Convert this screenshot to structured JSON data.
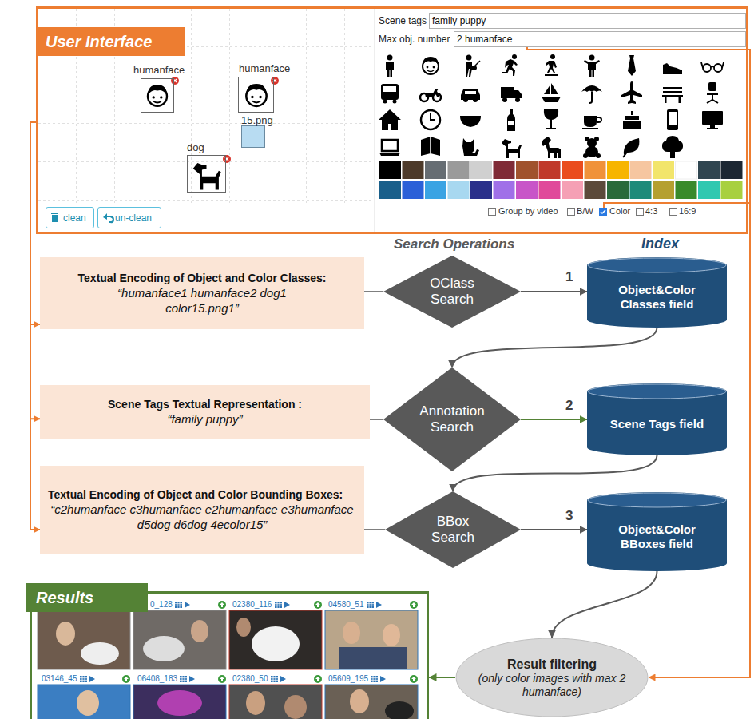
{
  "diagram": {
    "nodes": [
      {
        "text": [
          "User Interface"
        ]
      },
      {
        "text": [
          "humanface"
        ],
        "in": 0
      },
      {
        "text": [
          "humanface"
        ],
        "in": 0
      },
      {
        "text": [
          "15.png"
        ],
        "in": 0
      },
      {
        "text": [
          "dog"
        ],
        "in": 0
      },
      {
        "text": [
          "clean"
        ],
        "in": 0
      },
      {
        "text": [
          "un-clean"
        ],
        "in": 0
      },
      {
        "text": [
          "Scene tags",
          "family puppy"
        ],
        "in": 0
      },
      {
        "text": [
          "Max obj. number",
          "2 humanface"
        ],
        "in": 0
      },
      {
        "text": [
          "Textual Encoding of Object and Color Classes:",
          "“humanface1 humanface2 dog1 color15.png1”"
        ]
      },
      {
        "text": [
          "OClass Search"
        ]
      },
      {
        "text": [
          "Object&Color Classes field"
        ]
      },
      {
        "text": [
          "Scene Tags Textual Representation :",
          "“family puppy”"
        ]
      },
      {
        "text": [
          "Annotation Search"
        ]
      },
      {
        "text": [
          "Scene Tags field"
        ]
      },
      {
        "text": [
          "Textual Encoding of Object and Color Bounding Boxes:",
          "“c2humanface c3humanface e2humanface e3humanface d5dog d6dog 4ecolor15”"
        ]
      },
      {
        "text": [
          "BBox Search"
        ]
      },
      {
        "text": [
          "Object&Color BBoxes field"
        ]
      },
      {
        "text": [
          "Results"
        ]
      },
      {
        "text": [
          "Result filtering",
          "(only color images with max 2 humanface)"
        ]
      }
    ],
    "edges": [
      {
        "from": 0,
        "to": 9,
        "arrow": "to"
      },
      {
        "from": 0,
        "to": 12,
        "arrow": "to"
      },
      {
        "from": 0,
        "to": 15,
        "arrow": "to"
      },
      {
        "from": 9,
        "to": 10,
        "arrow": "none"
      },
      {
        "from": 10,
        "to": 11,
        "arrow": "to"
      },
      {
        "from": 11,
        "to": 13,
        "arrow": "to"
      },
      {
        "from": 12,
        "to": 13,
        "arrow": "none"
      },
      {
        "from": 13,
        "to": 14,
        "arrow": "to"
      },
      {
        "from": 14,
        "to": 16,
        "arrow": "to"
      },
      {
        "from": 15,
        "to": 16,
        "arrow": "none"
      },
      {
        "from": 16,
        "to": 17,
        "arrow": "to"
      },
      {
        "from": 17,
        "to": 19,
        "arrow": "to"
      },
      {
        "from": 8,
        "to": 19,
        "arrow": "to"
      },
      {
        "from": 19,
        "to": 18,
        "arrow": "to"
      }
    ],
    "labels": [
      "Search Operations",
      "Index",
      "1",
      "2",
      "3",
      "Group by video",
      "B/W",
      "Color",
      "4:3",
      "16:9",
      "0_128",
      "02380_116",
      "04580_51",
      "03146_45",
      "06408_183",
      "02380_50",
      "05609_195"
    ]
  }
}
